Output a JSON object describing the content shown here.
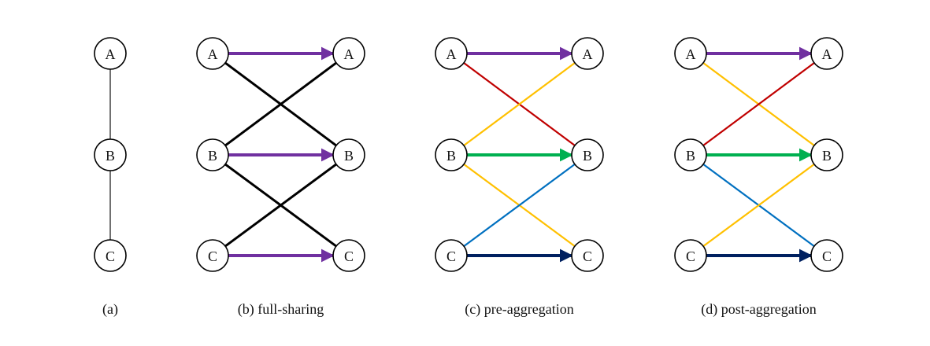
{
  "panels": [
    {
      "id": "a",
      "caption": "(a)",
      "nodes": [
        "A",
        "B",
        "C"
      ],
      "edges": [
        {
          "from": "A",
          "to": "B",
          "color": "#111111"
        },
        {
          "from": "B",
          "to": "C",
          "color": "#111111"
        }
      ]
    },
    {
      "id": "b",
      "caption": "(b) full-sharing",
      "left_nodes": [
        "A",
        "B",
        "C"
      ],
      "right_nodes": [
        "A",
        "B",
        "C"
      ],
      "edges": [
        {
          "from": "A",
          "to": "B",
          "color": "#000000",
          "arrow": false
        },
        {
          "from": "B",
          "to": "A",
          "color": "#000000",
          "arrow": false
        },
        {
          "from": "B",
          "to": "C",
          "color": "#000000",
          "arrow": false
        },
        {
          "from": "C",
          "to": "B",
          "color": "#000000",
          "arrow": false
        },
        {
          "from": "A",
          "to": "A",
          "color": "#7030a0",
          "arrow": true
        },
        {
          "from": "B",
          "to": "B",
          "color": "#7030a0",
          "arrow": true
        },
        {
          "from": "C",
          "to": "C",
          "color": "#7030a0",
          "arrow": true
        }
      ]
    },
    {
      "id": "c",
      "caption": "(c) pre-aggregation",
      "left_nodes": [
        "A",
        "B",
        "C"
      ],
      "right_nodes": [
        "A",
        "B",
        "C"
      ],
      "edges": [
        {
          "from": "A",
          "to": "B",
          "color": "#c00000",
          "arrow": false
        },
        {
          "from": "B",
          "to": "A",
          "color": "#ffc000",
          "arrow": false
        },
        {
          "from": "B",
          "to": "C",
          "color": "#ffc000",
          "arrow": false
        },
        {
          "from": "C",
          "to": "B",
          "color": "#0070c0",
          "arrow": false
        },
        {
          "from": "A",
          "to": "A",
          "color": "#7030a0",
          "arrow": true
        },
        {
          "from": "B",
          "to": "B",
          "color": "#00b050",
          "arrow": true
        },
        {
          "from": "C",
          "to": "C",
          "color": "#002060",
          "arrow": true
        }
      ]
    },
    {
      "id": "d",
      "caption": "(d) post-aggregation",
      "left_nodes": [
        "A",
        "B",
        "C"
      ],
      "right_nodes": [
        "A",
        "B",
        "C"
      ],
      "edges": [
        {
          "from": "A",
          "to": "B",
          "color": "#ffc000",
          "arrow": false
        },
        {
          "from": "B",
          "to": "A",
          "color": "#c00000",
          "arrow": false
        },
        {
          "from": "B",
          "to": "C",
          "color": "#0070c0",
          "arrow": false
        },
        {
          "from": "C",
          "to": "B",
          "color": "#ffc000",
          "arrow": false
        },
        {
          "from": "A",
          "to": "A",
          "color": "#7030a0",
          "arrow": true
        },
        {
          "from": "B",
          "to": "B",
          "color": "#00b050",
          "arrow": true
        },
        {
          "from": "C",
          "to": "C",
          "color": "#002060",
          "arrow": true
        }
      ]
    }
  ]
}
